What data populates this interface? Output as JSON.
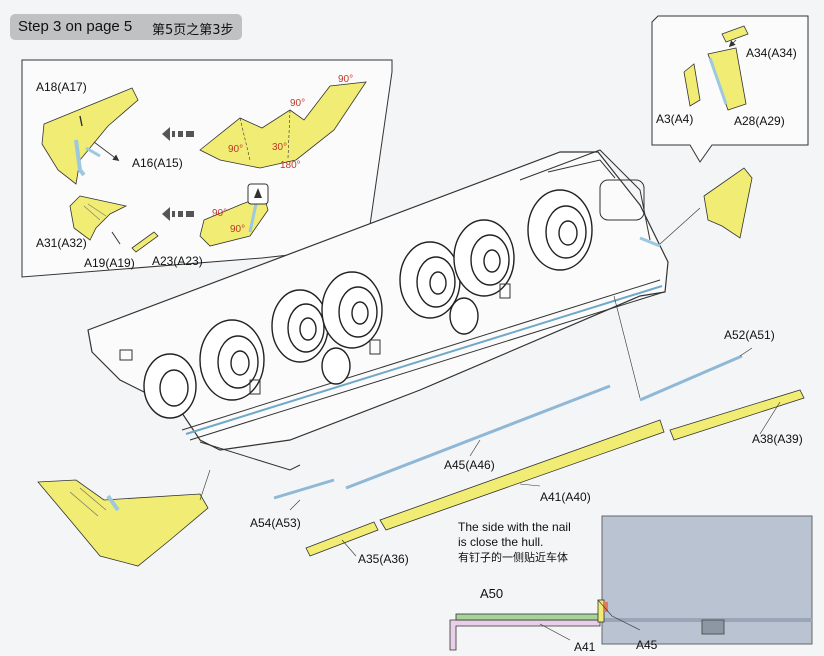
{
  "header": {
    "step_en": "Step 3 on page 5",
    "step_zh": "第5页之第3步"
  },
  "colors": {
    "part_fill": "#f1ec74",
    "blue_strip": "#9cc8e0",
    "hull_grey": "#b9c3d2",
    "header_bg": "#bfc1c3",
    "angle_red": "#c0392b"
  },
  "labels": {
    "a18": "A18(A17)",
    "a16": "A16(A15)",
    "a31": "A31(A32)",
    "a19": "A19(A19)",
    "a23": "A23(A23)",
    "a34": "A34(A34)",
    "a3": "A3(A4)",
    "a28": "A28(A29)",
    "a52": "A52(A51)",
    "a38": "A38(A39)",
    "a45a46": "A45(A46)",
    "a41a40": "A41(A40)",
    "a54": "A54(A53)",
    "a35": "A35(A36)",
    "a50": "A50",
    "a41": "A41",
    "a45": "A45"
  },
  "angles": {
    "a90_1": "90°",
    "a90_2": "90°",
    "a90_3": "90°",
    "a30": "30°",
    "a180": "180°",
    "a90_4": "90°",
    "a90_5": "90°"
  },
  "note": {
    "line1": "The side with the nail",
    "line2": "is close the hull.",
    "line3": "有钉子的一侧贴近车体"
  },
  "icons": {
    "arrow": "dashed-arrow-icon",
    "nail": "nail-icon"
  }
}
